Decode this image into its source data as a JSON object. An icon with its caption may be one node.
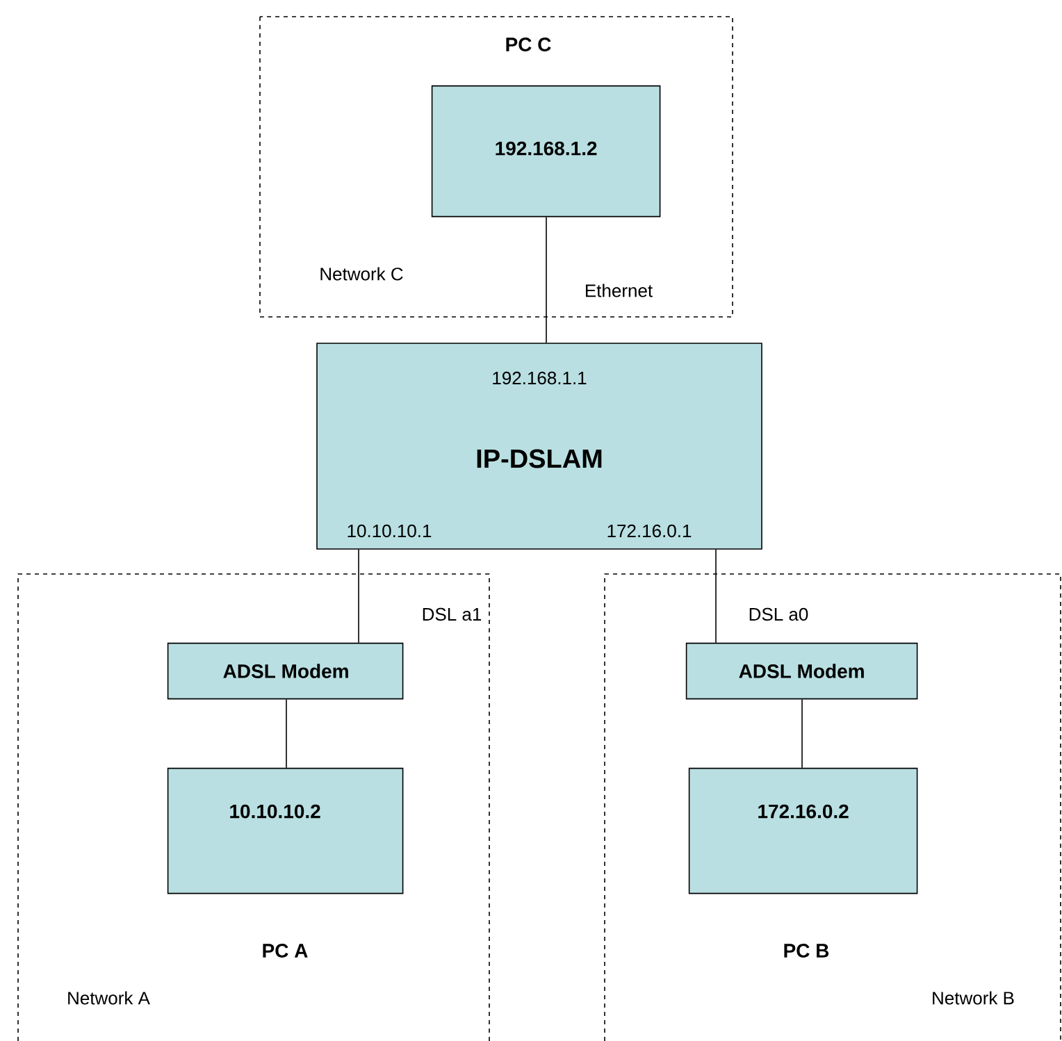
{
  "diagram": {
    "nodes": [
      {
        "text": [
          "Network C"
        ]
      },
      {
        "text": [
          "192.168.1.2"
        ],
        "beside": [
          "PC C"
        ],
        "in": 0
      },
      {
        "text": [
          "192.168.1.1",
          "IP-DSLAM",
          "10.10.10.1",
          "172.16.0.1"
        ]
      },
      {
        "text": [
          "Network A"
        ]
      },
      {
        "text": [
          "ADSL Modem"
        ],
        "in": 3
      },
      {
        "text": [
          "10.10.10.2"
        ],
        "beside": [
          "PC A"
        ],
        "in": 3
      },
      {
        "text": [
          "Network B"
        ]
      },
      {
        "text": [
          "ADSL Modem"
        ],
        "in": 6
      },
      {
        "text": [
          "172.16.0.2"
        ],
        "beside": [
          "PC B"
        ],
        "in": 6
      }
    ],
    "edges": [
      {
        "from": 1,
        "to": 2,
        "arrow": "none",
        "label": "Ethernet"
      },
      {
        "from": 2,
        "to": 4,
        "arrow": "none",
        "label": "DSL a1"
      },
      {
        "from": 4,
        "to": 5,
        "arrow": "none"
      },
      {
        "from": 2,
        "to": 7,
        "arrow": "none",
        "label": "DSL a0"
      },
      {
        "from": 7,
        "to": 8,
        "arrow": "none"
      }
    ]
  }
}
